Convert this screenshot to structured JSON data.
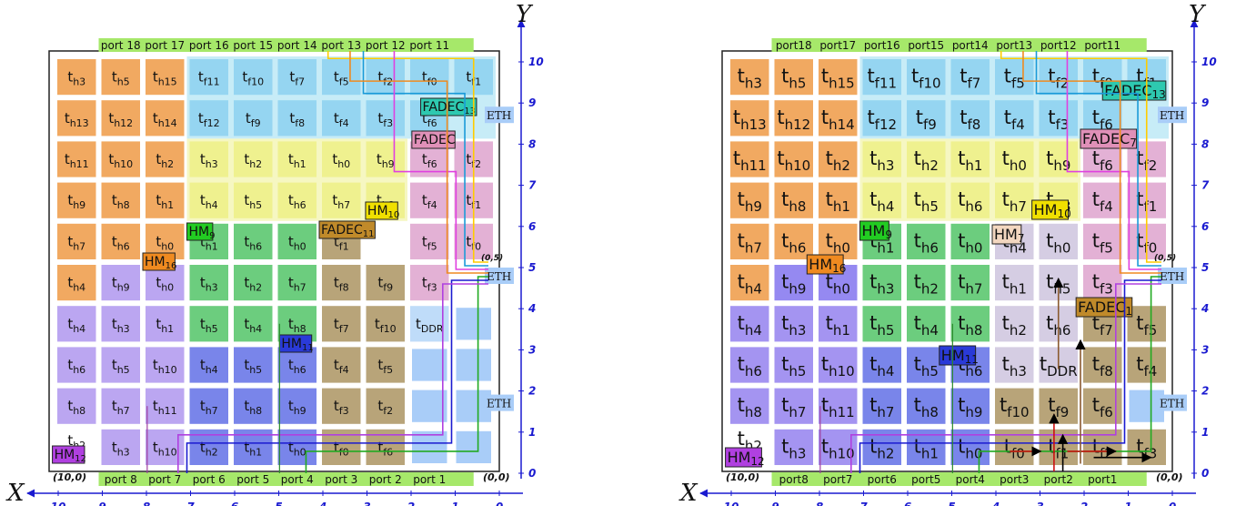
{
  "axes": {
    "x_label": "X",
    "y_label": "Y",
    "x_ticks": [
      "10",
      "9",
      "8",
      "7",
      "6",
      "5",
      "4",
      "3",
      "2",
      "1",
      "0"
    ],
    "y_ticks": [
      "0",
      "1",
      "2",
      "3",
      "4",
      "5",
      "6",
      "7",
      "8",
      "9",
      "10"
    ],
    "corner_labels": {
      "bottom_left": "(10,0)",
      "bottom_right": "(0,0)",
      "right_point": "(0,5)"
    },
    "eth_label": "ETH"
  },
  "left_mesh": {
    "top_ports": [
      "port 18",
      "port 17",
      "port 16",
      "port 15",
      "port 14",
      "port 13",
      "port 12",
      "port 11"
    ],
    "bottom_ports": [
      "port 8",
      "port 7",
      "port 6",
      "port 5",
      "port 4",
      "port 3",
      "port 2",
      "port 1"
    ],
    "cells": [
      [
        "h3",
        "h5",
        "h15",
        "f11",
        "f10",
        "f7",
        "f5",
        "f2",
        "f0",
        "f1"
      ],
      [
        "h13",
        "h12",
        "h14",
        "f12",
        "f9",
        "f8",
        "f4",
        "f3",
        "f6",
        ""
      ],
      [
        "h11",
        "h10",
        "h2",
        "h3",
        "h2",
        "h1",
        "h0",
        "h9",
        "f6",
        "f2"
      ],
      [
        "h9",
        "h8",
        "h1",
        "h4",
        "h5",
        "h6",
        "h7",
        "h8",
        "f4",
        "f1"
      ],
      [
        "h7",
        "h6",
        "h0",
        "h1",
        "h6",
        "h0",
        "f1",
        "",
        "f5",
        "f0"
      ],
      [
        "h4",
        "h9",
        "h0",
        "h3",
        "h2",
        "h7",
        "f8",
        "f9",
        "f3",
        ""
      ],
      [
        "h4",
        "h3",
        "h1",
        "h5",
        "h4",
        "h8",
        "f7",
        "f10",
        "DDR",
        ""
      ],
      [
        "h6",
        "h5",
        "h10",
        "h4",
        "h5",
        "h6",
        "f4",
        "f5",
        "",
        ""
      ],
      [
        "h8",
        "h7",
        "h11",
        "h7",
        "h8",
        "h9",
        "f3",
        "f2",
        "",
        ""
      ],
      [
        "",
        "h3",
        "h10",
        "h2",
        "h1",
        "h0",
        "f0",
        "f6",
        "",
        ""
      ]
    ],
    "labels": [
      {
        "text": "FADEC",
        "sub": "13",
        "color": "#2ec9b0"
      },
      {
        "text": "FADEC",
        "sub": "",
        "color": "#e090b8"
      },
      {
        "text": "HM",
        "sub": "10",
        "color": "#f0e000"
      },
      {
        "text": "HM",
        "sub": "9",
        "color": "#22cc22"
      },
      {
        "text": "FADEC",
        "sub": "11",
        "color": "#c08a2a"
      },
      {
        "text": "HM",
        "sub": "16",
        "color": "#ef8a20"
      },
      {
        "text": "HM",
        "sub": "11",
        "color": "#2a3ad8"
      },
      {
        "text": "HM",
        "sub": "12",
        "color": "#b040e0"
      }
    ],
    "h2_corner": "h2"
  },
  "right_mesh": {
    "top_ports": [
      "port18",
      "port17",
      "port16",
      "port15",
      "port14",
      "port13",
      "port12",
      "port11"
    ],
    "bottom_ports": [
      "port8",
      "port7",
      "port6",
      "port5",
      "port4",
      "port3",
      "port2",
      "port1"
    ],
    "cells": [
      [
        "h3",
        "h5",
        "h15",
        "f11",
        "f10",
        "f7",
        "f5",
        "f2",
        "f0",
        "f1"
      ],
      [
        "h13",
        "h12",
        "h14",
        "f12",
        "f9",
        "f8",
        "f4",
        "f3",
        "f6",
        ""
      ],
      [
        "h11",
        "h10",
        "h2",
        "h3",
        "h2",
        "h1",
        "h0",
        "h9",
        "f6",
        "f2"
      ],
      [
        "h9",
        "h8",
        "h1",
        "h4",
        "h5",
        "h6",
        "h7",
        "h8",
        "f4",
        "f1"
      ],
      [
        "h7",
        "h6",
        "h0",
        "h1",
        "h6",
        "h0",
        "h4",
        "h0",
        "f5",
        "f0"
      ],
      [
        "h4",
        "h9",
        "h0",
        "h3",
        "h2",
        "h7",
        "h1",
        "h5",
        "f3",
        ""
      ],
      [
        "h4",
        "h3",
        "h1",
        "h5",
        "h4",
        "h8",
        "h2",
        "h6",
        "f7",
        "f5"
      ],
      [
        "h6",
        "h5",
        "h10",
        "h4",
        "h5",
        "h6",
        "h3",
        "DDR",
        "f8",
        "f4"
      ],
      [
        "h8",
        "h7",
        "h11",
        "h7",
        "h8",
        "h9",
        "f10",
        "f9",
        "f6",
        ""
      ],
      [
        "",
        "h3",
        "h10",
        "h2",
        "h1",
        "h0",
        "f0",
        "f1",
        "f2",
        "f3"
      ]
    ],
    "labels": [
      {
        "text": "FADEC",
        "sub": "13",
        "color": "#2ec9b0"
      },
      {
        "text": "FADEC",
        "sub": "7",
        "color": "#e090b8"
      },
      {
        "text": "HM",
        "sub": "10",
        "color": "#f0e000"
      },
      {
        "text": "HM",
        "sub": "9",
        "color": "#22cc22"
      },
      {
        "text": "HM",
        "sub": "7",
        "color": "#f3d7c0"
      },
      {
        "text": "HM",
        "sub": "16",
        "color": "#ef8a20"
      },
      {
        "text": "FADEC",
        "sub": "1",
        "color": "#c08a2a"
      },
      {
        "text": "HM",
        "sub": "11",
        "color": "#2a3ad8"
      },
      {
        "text": "HM",
        "sub": "12",
        "color": "#b040e0"
      }
    ],
    "h2_corner": "h2"
  }
}
